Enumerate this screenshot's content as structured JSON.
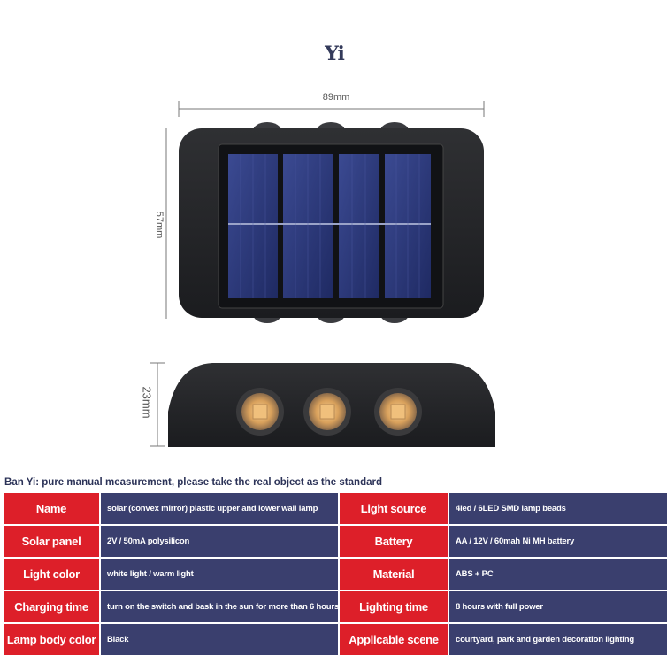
{
  "logo_text": "Yi",
  "dimensions": {
    "width": "89mm",
    "height": "57mm",
    "depth": "23mm"
  },
  "caption": "Ban Yi: pure manual measurement, please take the real object as the standard",
  "colors": {
    "key_bg": "#dd1f29",
    "value_bg": "#3a3f6e",
    "lamp_body": "#232427",
    "panel": "#2d3a78",
    "led": "#e8b77a"
  },
  "specs": [
    {
      "label": "Name",
      "value": "solar (convex mirror) plastic upper and lower wall lamp"
    },
    {
      "label": "Light source",
      "value": "4led / 6LED SMD lamp beads"
    },
    {
      "label": "Solar panel",
      "value": "2V / 50mA polysilicon"
    },
    {
      "label": "Battery",
      "value": "AA / 12V / 60mah Ni MH battery"
    },
    {
      "label": "Light color",
      "value": "white light / warm light"
    },
    {
      "label": "Material",
      "value": "ABS + PC"
    },
    {
      "label": "Charging time",
      "value": "turn on the switch and bask in the sun for more than 6 hours"
    },
    {
      "label": "Lighting time",
      "value": "8 hours with full power"
    },
    {
      "label": "Lamp body color",
      "value": "Black"
    },
    {
      "label": "Applicable scene",
      "value": "courtyard, park and garden decoration lighting"
    }
  ]
}
